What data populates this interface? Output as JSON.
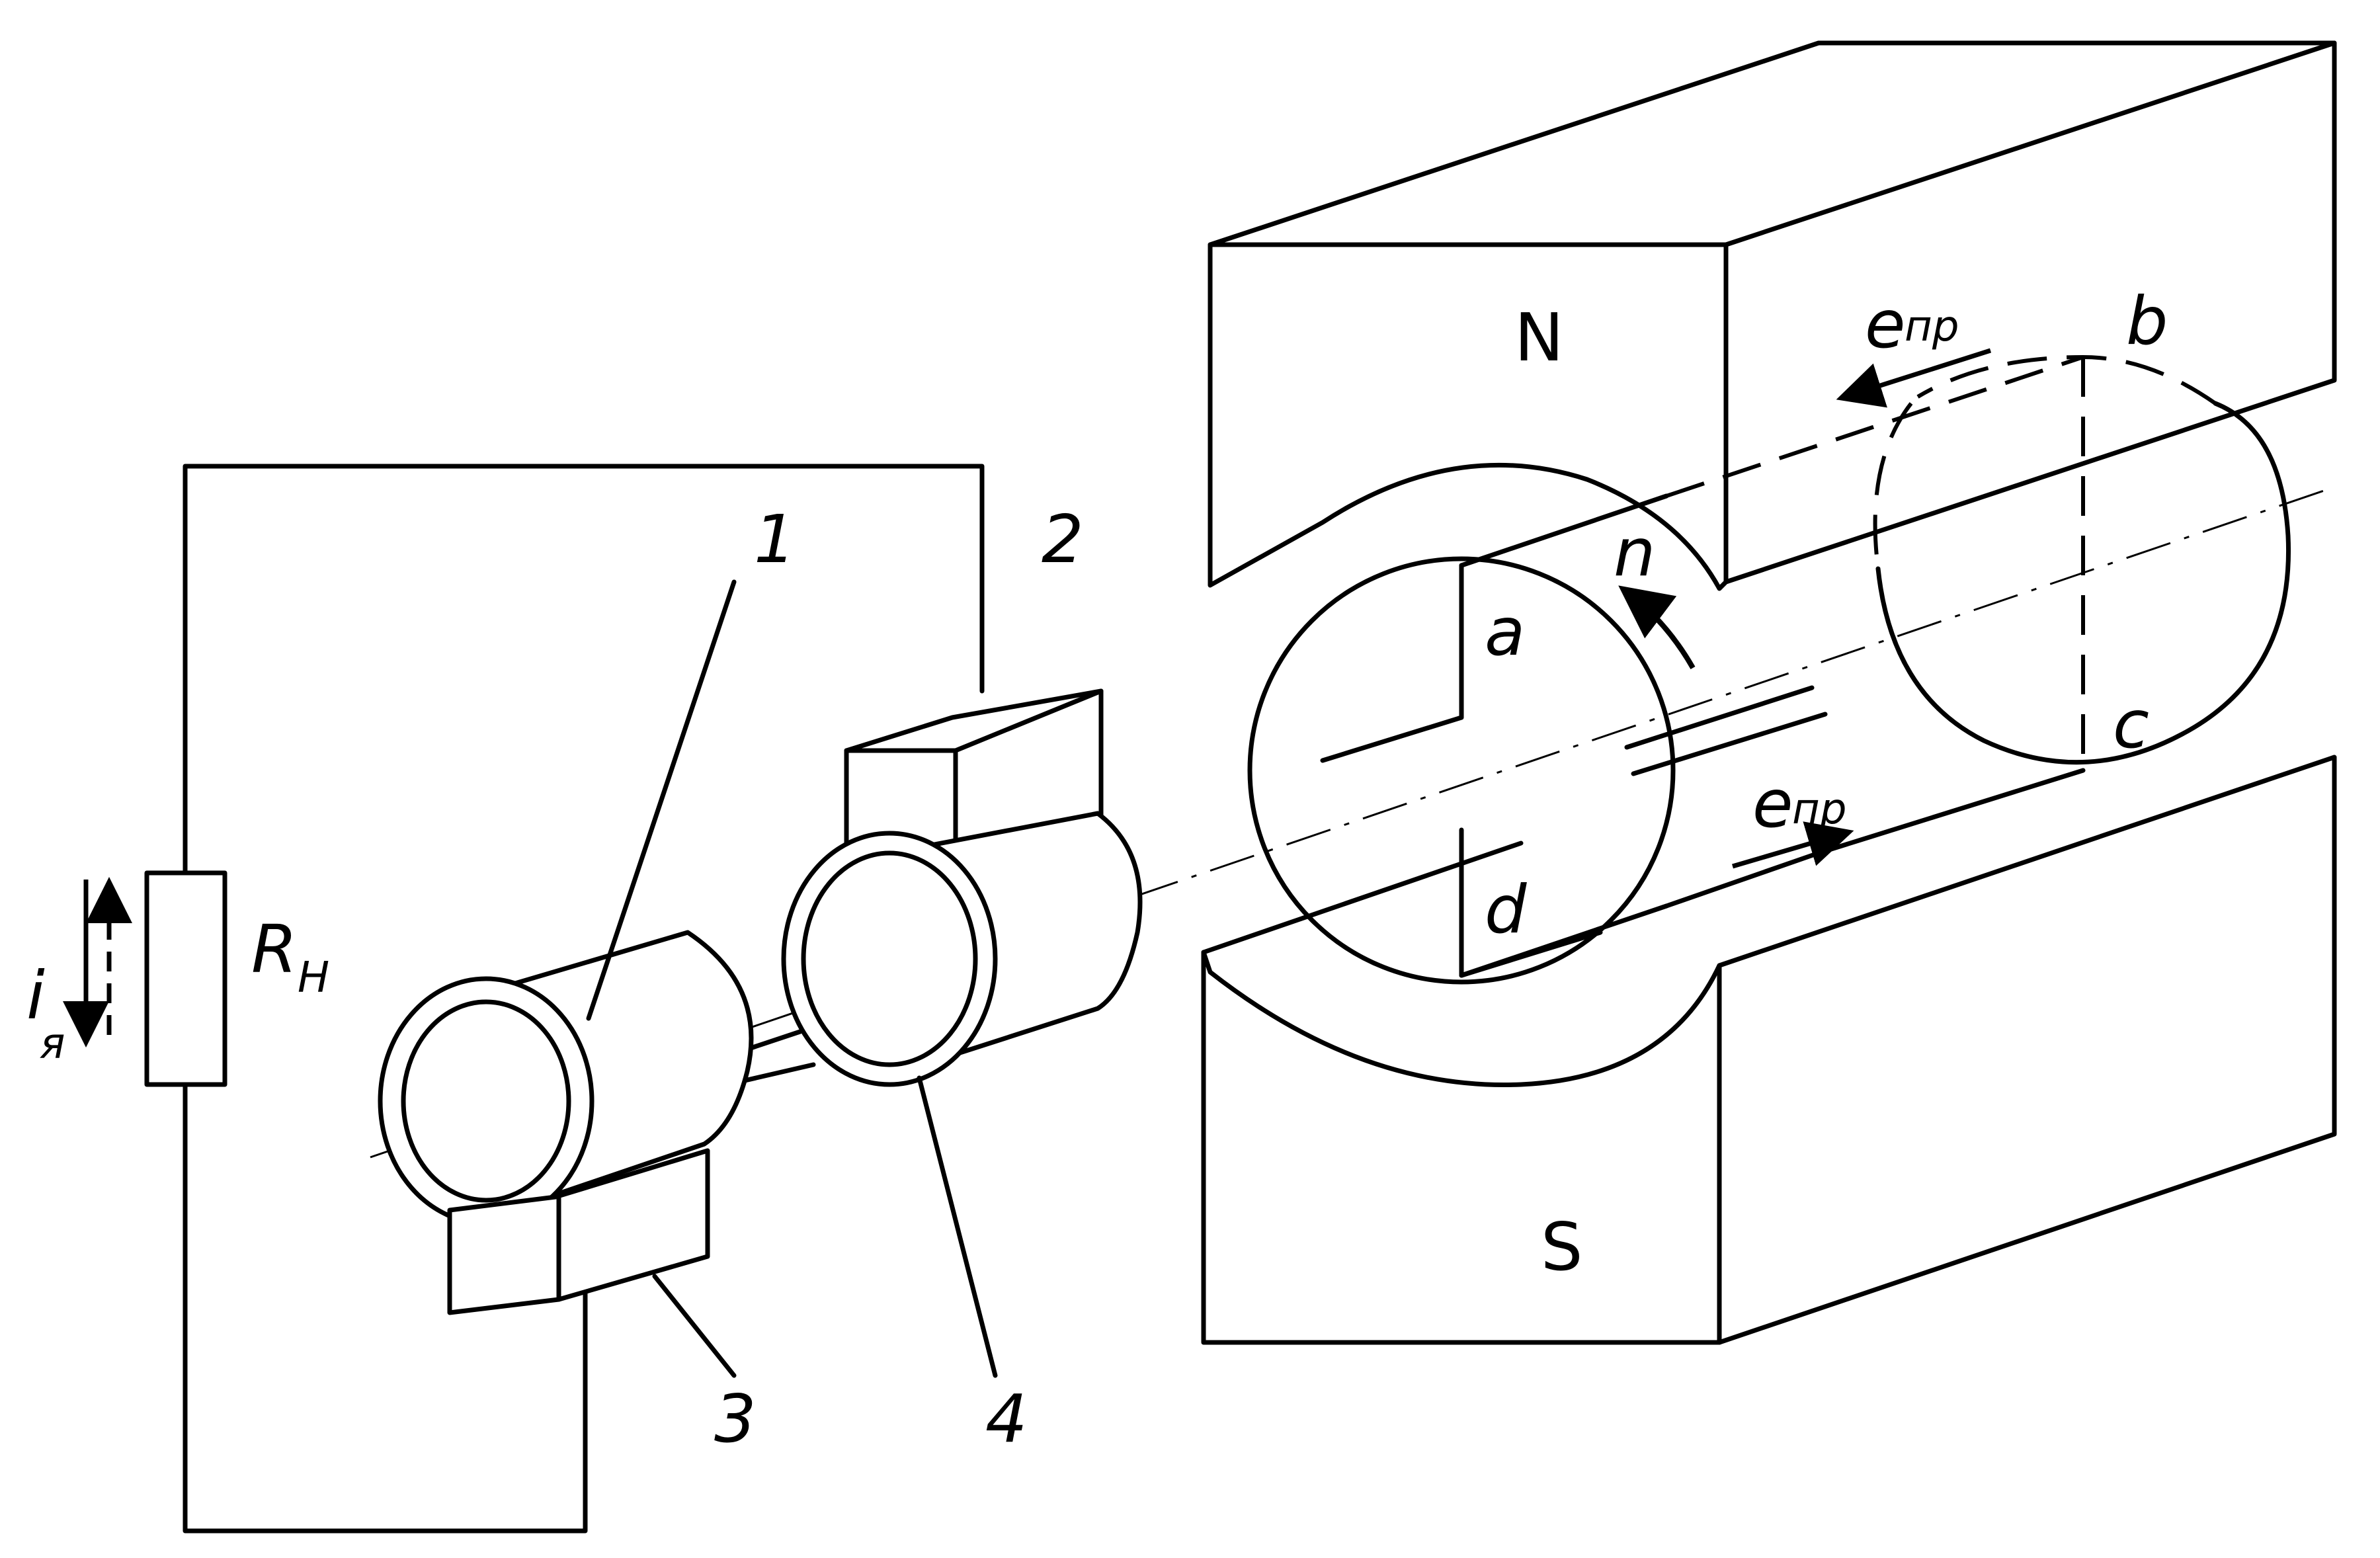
{
  "labels": {
    "part_1": "1",
    "part_2": "2",
    "part_3": "3",
    "part_4": "4",
    "pole_north": "N",
    "pole_south": "S",
    "resistor": "R",
    "resistor_sub": "H",
    "current": "i",
    "current_sub": "я",
    "rotation": "n",
    "point_a": "a",
    "point_b": "b",
    "point_c": "c",
    "point_d": "d",
    "emf_top": "e",
    "emf_top_sub": "пр",
    "emf_bottom": "e",
    "emf_bottom_sub": "пр"
  },
  "colors": {
    "stroke": "#000000",
    "background": "#ffffff"
  }
}
